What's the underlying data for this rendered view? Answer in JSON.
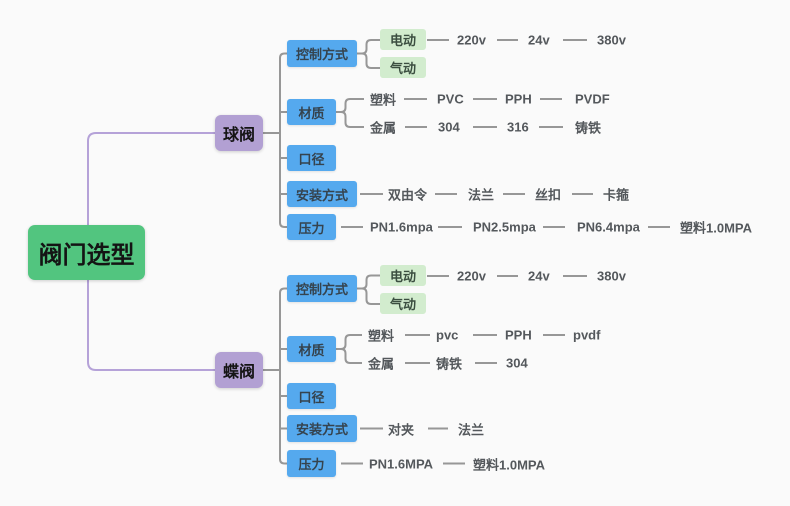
{
  "root": {
    "label": "阀门选型"
  },
  "ball_valve": {
    "label": "球阀",
    "control": {
      "label": "控制方式",
      "electric": "电动",
      "pneumatic": "气动",
      "voltages": [
        "220v",
        "24v",
        "380v"
      ]
    },
    "material": {
      "label": "材质",
      "plastic": "塑料",
      "plastic_types": [
        "PVC",
        "PPH",
        "PVDF"
      ],
      "metal": "金属",
      "metal_types": [
        "304",
        "316",
        "铸铁"
      ]
    },
    "diameter": {
      "label": "口径"
    },
    "install": {
      "label": "安装方式",
      "options": [
        "双由令",
        "法兰",
        "丝扣",
        "卡箍"
      ]
    },
    "pressure": {
      "label": "压力",
      "options": [
        "PN1.6mpa",
        "PN2.5mpa",
        "PN6.4mpa",
        "塑料1.0MPA"
      ]
    }
  },
  "butterfly_valve": {
    "label": "蝶阀",
    "control": {
      "label": "控制方式",
      "electric": "电动",
      "pneumatic": "气动",
      "voltages": [
        "220v",
        "24v",
        "380v"
      ]
    },
    "material": {
      "label": "材质",
      "plastic": "塑料",
      "plastic_types": [
        "pvc",
        "PPH",
        "pvdf"
      ],
      "metal": "金属",
      "metal_types": [
        "铸铁",
        "304"
      ]
    },
    "diameter": {
      "label": "口径"
    },
    "install": {
      "label": "安装方式",
      "options": [
        "对夹",
        "法兰"
      ]
    },
    "pressure": {
      "label": "压力",
      "options": [
        "PN1.6MPA",
        "塑料1.0MPA"
      ]
    }
  },
  "colors": {
    "root_bg": "#52c57f",
    "branch_bg": "#b2a0d3",
    "category_bg": "#55a9ee",
    "leafbox_bg": "#d2ecce",
    "line_gray": "#979797",
    "line_purple": "#b5a2d8",
    "page_bg": "#fafafa"
  }
}
